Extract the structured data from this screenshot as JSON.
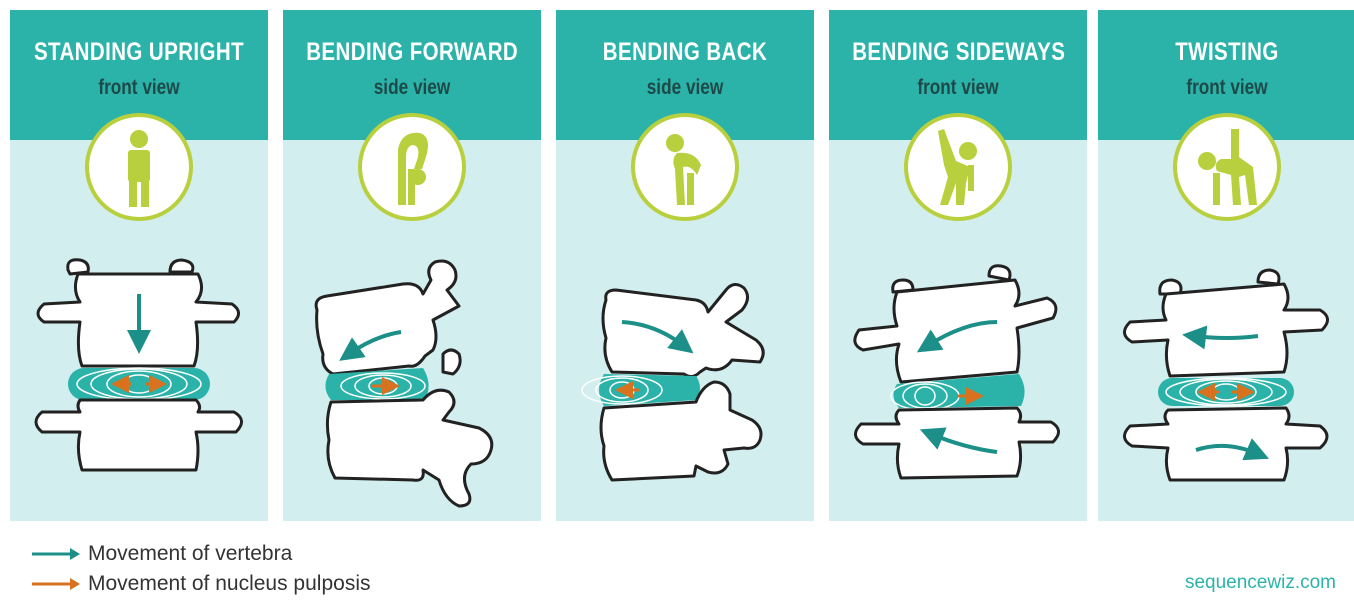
{
  "panels": [
    {
      "title": "STANDING UPRIGHT",
      "subtitle": "front view"
    },
    {
      "title": "BENDING FORWARD",
      "subtitle": "side view"
    },
    {
      "title": "BENDING BACK",
      "subtitle": "side view"
    },
    {
      "title": "BENDING SIDEWAYS",
      "subtitle": "front view"
    },
    {
      "title": "TWISTING",
      "subtitle": "front view"
    }
  ],
  "legend": {
    "vertebra_label": "Movement of vertebra",
    "nucleus_label": "Movement of nucleus pulposis"
  },
  "credit": "sequencewiz.com",
  "colors": {
    "teal": "#2bb3aa",
    "orange": "#d8721f",
    "lime": "#b8cf3e",
    "panel_bg": "#d3eeee"
  },
  "icons": [
    "standing-figure-icon",
    "forward-bend-figure-icon",
    "backward-bend-figure-icon",
    "side-bend-figure-icon",
    "twist-figure-icon"
  ]
}
